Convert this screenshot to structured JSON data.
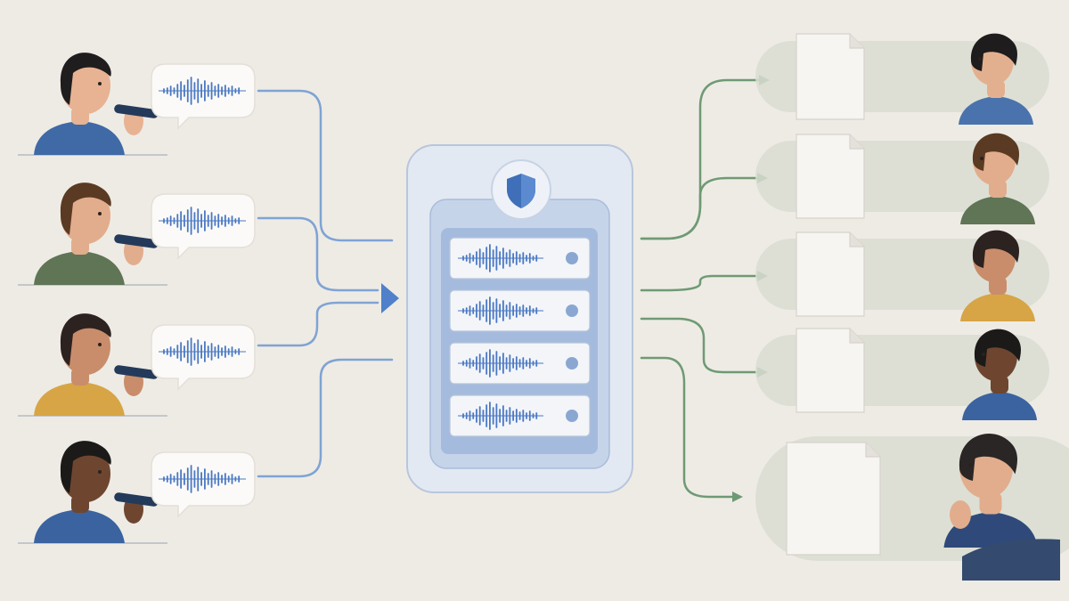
{
  "colors": {
    "background": "#eeebe5",
    "input_line": "#7fa3d4",
    "output_line": "#6f9a74",
    "waveform": "#4a78c2",
    "server_frame": "#dfe6f1",
    "server_inner": "#b9cbe6",
    "shield": "#3f6fb8",
    "document": "#f7f5f1",
    "document_pad": "#d9ddd2"
  },
  "icons": {
    "speaker": "person-speaking-into-phone",
    "voice_bubble": "audio-waveform-speech-bubble",
    "security": "shield-icon",
    "storage": "server-stack",
    "output": "document-icon",
    "listener": "person-profile"
  },
  "speakers": [
    {
      "id": "speaker-1",
      "shirt": "#3f6aa6",
      "skin": "#e7b393",
      "hair": "#1f1d1e"
    },
    {
      "id": "speaker-2",
      "shirt": "#5f7556",
      "skin": "#e2ad8d",
      "hair": "#5a3a22"
    },
    {
      "id": "speaker-3",
      "shirt": "#d7a545",
      "skin": "#c98d6b",
      "hair": "#2c2220"
    },
    {
      "id": "speaker-4",
      "shirt": "#3a63a0",
      "skin": "#6e4630",
      "hair": "#1b1a19"
    }
  ],
  "server": {
    "slots": 4
  },
  "recipients": [
    {
      "id": "recipient-1",
      "shirt": "#4a73ad",
      "skin": "#e3b08f",
      "hair": "#1e1c1c"
    },
    {
      "id": "recipient-2",
      "shirt": "#5f7556",
      "skin": "#e2ad8d",
      "hair": "#5a3a22"
    },
    {
      "id": "recipient-3",
      "shirt": "#d7a545",
      "skin": "#c98d6b",
      "hair": "#2c2220"
    },
    {
      "id": "recipient-4",
      "shirt": "#3a63a0",
      "skin": "#6e4630",
      "hair": "#1b1a19"
    },
    {
      "id": "recipient-5",
      "shirt": "#2f4a7a",
      "skin": "#e2ad8d",
      "hair": "#2a2625"
    }
  ]
}
